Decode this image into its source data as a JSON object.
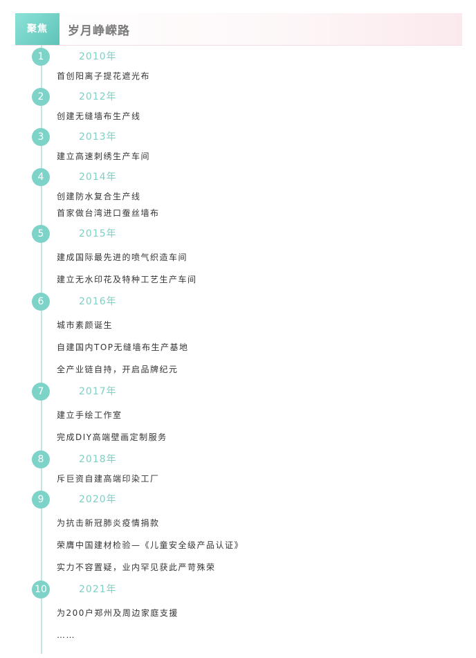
{
  "header": {
    "badge": "聚焦",
    "title": "岁月峥嵘路"
  },
  "timeline": [
    {
      "num": "1",
      "year": "2010年",
      "items": [
        "首创阳离子提花遮光布"
      ]
    },
    {
      "num": "2",
      "year": "2012年",
      "items": [
        "创建无缝墙布生产线"
      ]
    },
    {
      "num": "3",
      "year": "2013年",
      "items": [
        "建立高速刺绣生产车间"
      ]
    },
    {
      "num": "4",
      "year": "2014年",
      "items": [
        "创建防水复合生产线",
        "首家做台湾进口蚕丝墙布"
      ]
    },
    {
      "num": "5",
      "year": "2015年",
      "items": [
        "建成国际最先进的喷气织造车间",
        "建立无水印花及特种工艺生产车间"
      ]
    },
    {
      "num": "6",
      "year": "2016年",
      "items": [
        "城市素颜诞生",
        "自建国内TOP无缝墙布生产基地",
        "全产业链自持，开启品牌纪元"
      ]
    },
    {
      "num": "7",
      "year": "2017年",
      "items": [
        "建立手绘工作室",
        "完成DIY高端壁画定制服务"
      ]
    },
    {
      "num": "8",
      "year": "2018年",
      "items": [
        "斥巨资自建高端印染工厂"
      ]
    },
    {
      "num": "9",
      "year": "2020年",
      "items": [
        "为抗击新冠肺炎疫情捐款",
        "荣膺中国建材检验—《儿童安全级产品认证》",
        "实力不容置疑，业内罕见获此严苛殊荣"
      ]
    },
    {
      "num": "10",
      "year": "2021年",
      "items": [
        "为200户郑州及周边家庭支援",
        "……"
      ]
    }
  ],
  "colors": {
    "accent": "#7ed3c9",
    "badge_bg": "#6fcfc2",
    "line": "#bfe6e1",
    "header_tint": "#fbe9ed"
  }
}
